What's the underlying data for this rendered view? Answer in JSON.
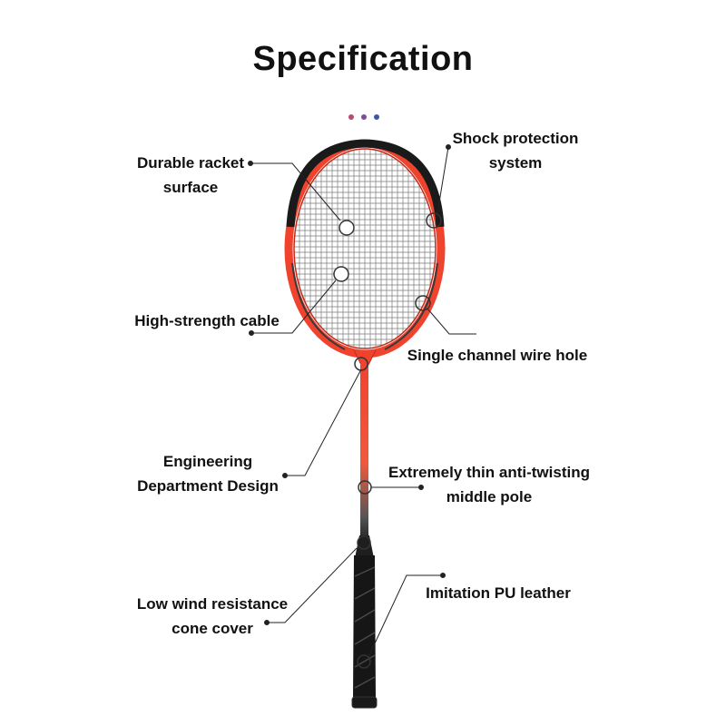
{
  "header": {
    "title": "Specification"
  },
  "colors": {
    "dot_1": "#b84a75",
    "dot_2": "#7a4e98",
    "dot_3": "#3b5aa6",
    "frame_red": "#f0432e",
    "frame_dark": "#1a1a1a",
    "grip_black": "#161616"
  },
  "callouts": {
    "durable_surface": {
      "line1": "Durable racket",
      "line2": "surface"
    },
    "shock_protection": {
      "line1": "Shock protection",
      "line2": "system"
    },
    "high_strength": {
      "line1": "High-strength cable"
    },
    "single_channel": {
      "line1": "Single channel wire hole"
    },
    "engineering": {
      "line1": "Engineering",
      "line2": "Department Design"
    },
    "thin_pole": {
      "line1": "Extremely thin anti-twisting",
      "line2": "middle pole"
    },
    "wind_cone": {
      "line1": "Low wind resistance",
      "line2": "cone cover"
    },
    "pu_leather": {
      "line1": "Imitation PU leather"
    }
  }
}
